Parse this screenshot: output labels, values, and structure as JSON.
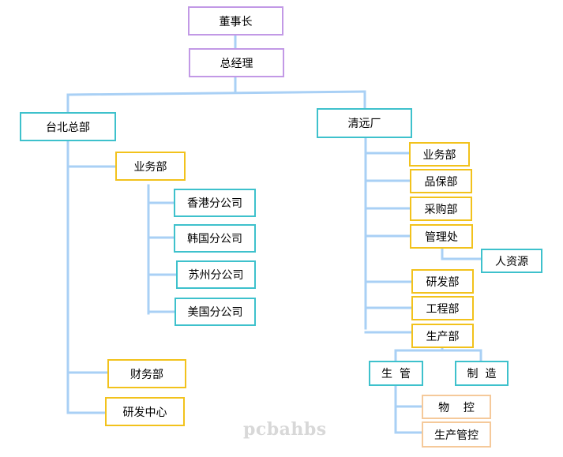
{
  "colors": {
    "line": "#a9d0f5",
    "purple": "#c299e6",
    "teal": "#3ec1cc",
    "yellow": "#f2c21c",
    "peach": "#f5c99a"
  },
  "nodes": {
    "chairman": "董事长",
    "general_manager": "总经理",
    "taipei_hq": "台北总部",
    "taipei_business": "业务部",
    "hongkong_branch": "香港分公司",
    "korea_branch": "韩国分公司",
    "suzhou_branch": "苏州分公司",
    "usa_branch": "美国分公司",
    "taipei_finance": "财务部",
    "taipei_rd_center": "研发中心",
    "qingyuan_factory": "清远厂",
    "qy_business": "业务部",
    "qy_quality": "品保部",
    "qy_purchasing": "采购部",
    "qy_management": "管理处",
    "qy_hr": "人资源",
    "qy_rd": "研发部",
    "qy_engineering": "工程部",
    "qy_production": "生产部",
    "prod_control": "生  管",
    "manufacturing": "制  造",
    "material_control": "物    控",
    "production_control": "生产管控"
  },
  "watermark": "pcbahbs"
}
